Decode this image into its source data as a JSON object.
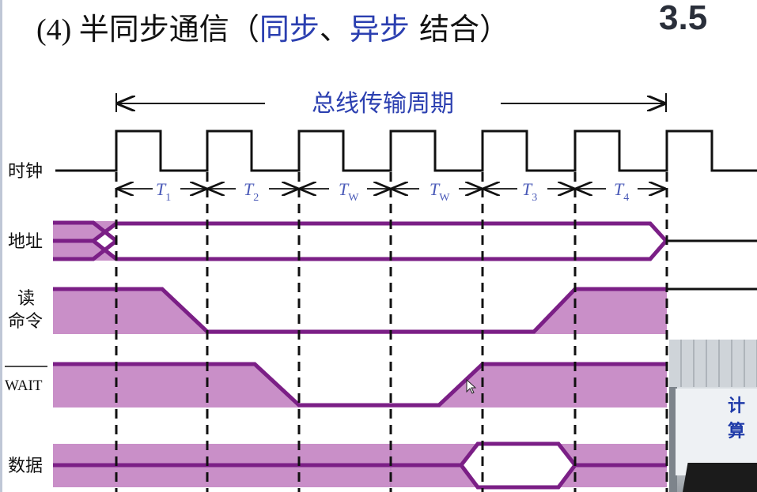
{
  "title": {
    "prefix": "(4) 半同步通信",
    "open_paren": "（",
    "sync": "同步",
    "sep": "、",
    "async": "异步",
    "suffix": " 结合",
    "close_paren": "）"
  },
  "section_badge": "3.5",
  "bus_period_label": "总线传输周期",
  "signals": {
    "clock": "时钟",
    "address": "地址",
    "read_cmd_line1": "读",
    "read_cmd_line2": "命令",
    "wait": "WAIT",
    "data": "数据"
  },
  "periods": [
    {
      "main": "T",
      "sub": "1"
    },
    {
      "main": "T",
      "sub": "2"
    },
    {
      "main": "T",
      "sub": "W"
    },
    {
      "main": "T",
      "sub": "W"
    },
    {
      "main": "T",
      "sub": "3"
    },
    {
      "main": "T",
      "sub": "4"
    }
  ],
  "photo_sign_text": "计算",
  "colors": {
    "signal_fill": "#c98fc8",
    "signal_stroke": "#7b1f86",
    "bus_arrow_text": "#2b3fb0",
    "period_text": "#4a5ab8"
  },
  "icons": [
    "mouse-cursor-icon"
  ]
}
